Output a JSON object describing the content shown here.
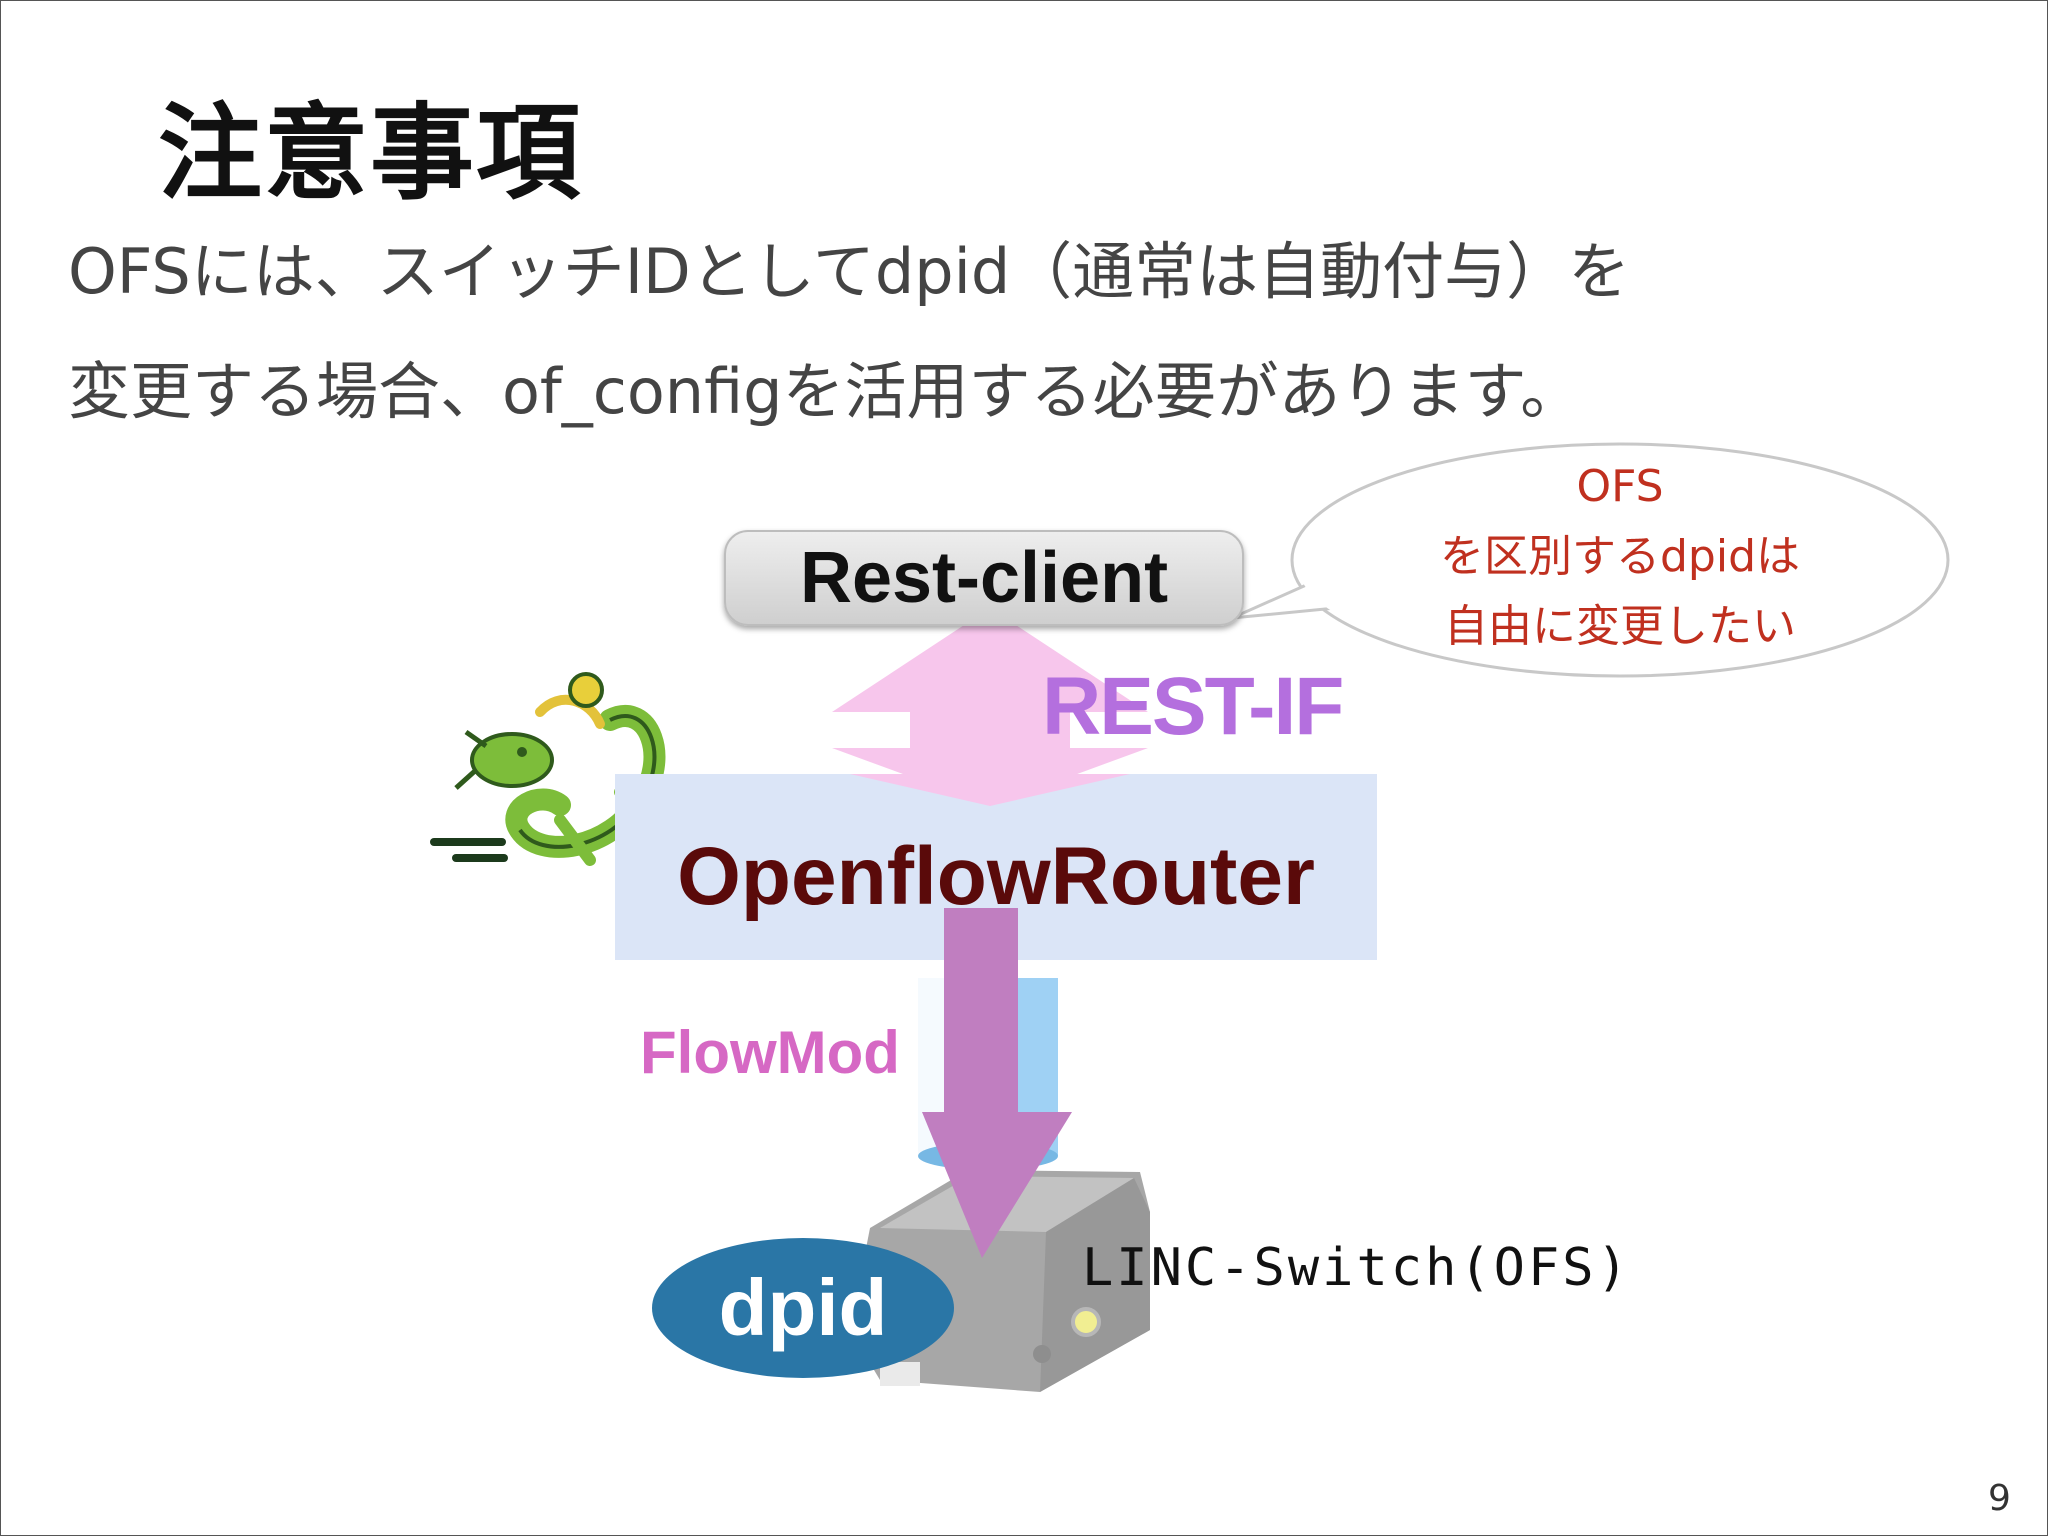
{
  "slide": {
    "title": "注意事項",
    "body_lines": [
      "OFSには、スイッチIDとしてdpid（通常は自動付与）を",
      "変更する場合、of_configを活用する必要があります。"
    ],
    "page_number": "9"
  },
  "diagram": {
    "rest_client_label": "Rest-client",
    "callout_lines": [
      "OFS",
      "を区別するdpidは",
      "自由に変更したい"
    ],
    "rest_if_label": "REST-IF",
    "router_label": "OpenflowRouter",
    "flowmod_label": "FlowMod",
    "dpid_label": "dpid",
    "switch_label": "LINC-Switch(OFS)",
    "icons": [
      "dragon-mascot-icon",
      "switch-device-icon",
      "double-arrow-icon",
      "down-arrow-icon"
    ],
    "colors": {
      "callout_text": "#c0301f",
      "rest_if": "#b46fde",
      "router_text": "#5a0a0a",
      "router_box": "#dbe5f7",
      "flowmod": "#d668c4",
      "dpid_fill": "#2a76a6",
      "double_arrow": "#f7c6ec",
      "down_arrow": "#c07ec0"
    }
  }
}
